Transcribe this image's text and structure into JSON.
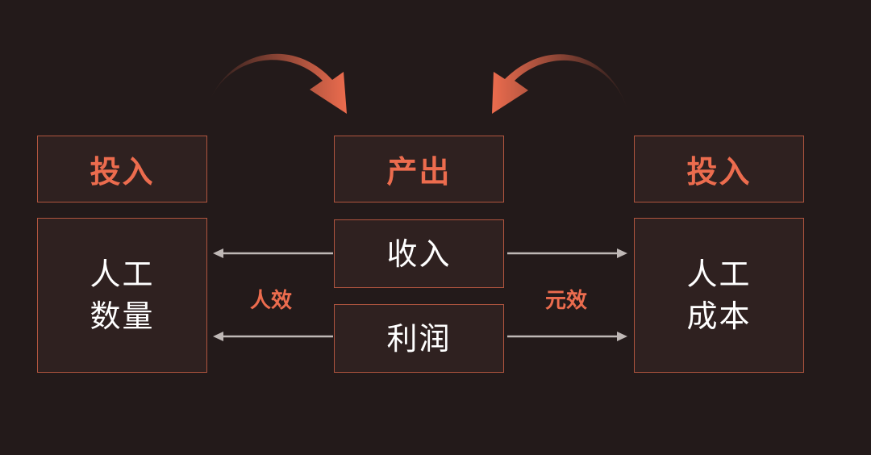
{
  "left_header": "投入",
  "center_header": "产出",
  "right_header": "投入",
  "left_body": [
    "人工",
    "数量"
  ],
  "right_body": [
    "人工",
    "成本"
  ],
  "center_items": [
    "收入",
    "利润"
  ],
  "left_metric": "人效",
  "right_metric": "元效",
  "colors": {
    "background": "#231a1a",
    "accent": "#ec6c4e",
    "border": "#b0553f",
    "box_fill": "#2f2120",
    "arrow_line": "#bfb8b6"
  }
}
